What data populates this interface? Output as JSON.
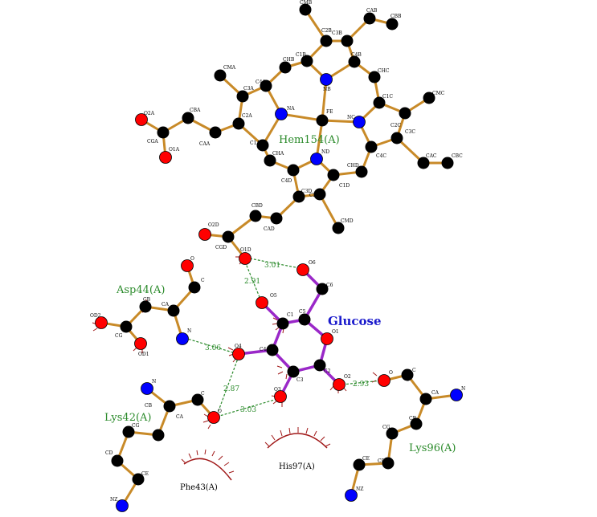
{
  "residues": {
    "hem": "Hem154(A)",
    "asp": "Asp44(A)",
    "lys42": "Lys42(A)",
    "lys96": "Lys96(A)",
    "phe": "Phe43(A)",
    "his": "His97(A)"
  },
  "ligand": "Glucose",
  "distances": {
    "d1": "3.01",
    "d2": "2.91",
    "d3": "3.06",
    "d4": "2.87",
    "d5": "3.03",
    "d6": "2.93"
  },
  "atom_labels": {
    "CMB": "CMB",
    "CAB": "CAB",
    "CBB": "CBB",
    "C2B": "C2B",
    "C3B": "C3B",
    "C1B": "C1B",
    "C4B": "C4B",
    "CHB": "CHB",
    "NB": "NB",
    "CHC": "CHC",
    "CMA": "CMA",
    "C4A": "C4A",
    "C3A": "C3A",
    "NA": "NA",
    "FE": "FE",
    "NC": "NC",
    "C1C": "C1C",
    "CMC": "CMC",
    "O2A": "O2A",
    "CBA": "CBA",
    "C2A": "C2A",
    "C2C": "C2C",
    "C3C": "C3C",
    "CGA": "CGA",
    "CAA": "CAA",
    "C1A": "C1A",
    "O1A": "O1A",
    "CHA": "CHA",
    "ND": "ND",
    "C4C": "C4C",
    "CAC": "CAC",
    "CBC": "CBC",
    "CHD": "CHD",
    "C4D": "C4D",
    "C1D": "C1D",
    "C3D": "C3D",
    "C2D": "C2D",
    "CMD": "CMD",
    "CBD": "CBD",
    "O2D": "O2D",
    "CAD": "CAD",
    "CGD": "CGD",
    "O1D": "O1D",
    "O6": "O6",
    "C6": "C6",
    "O5": "O5",
    "C5": "C5",
    "C1": "C1",
    "O1": "O1",
    "O": "O",
    "C": "C",
    "CA": "CA",
    "CB": "CB",
    "CG": "CG",
    "OD1": "OD1",
    "OD2": "OD2",
    "N": "N",
    "O4": "O4",
    "C4": "C4",
    "C3": "C3",
    "C2": "C2",
    "O3": "O3",
    "O2": "O2",
    "CD": "CD",
    "CE": "CE",
    "NZ": "NZ"
  }
}
